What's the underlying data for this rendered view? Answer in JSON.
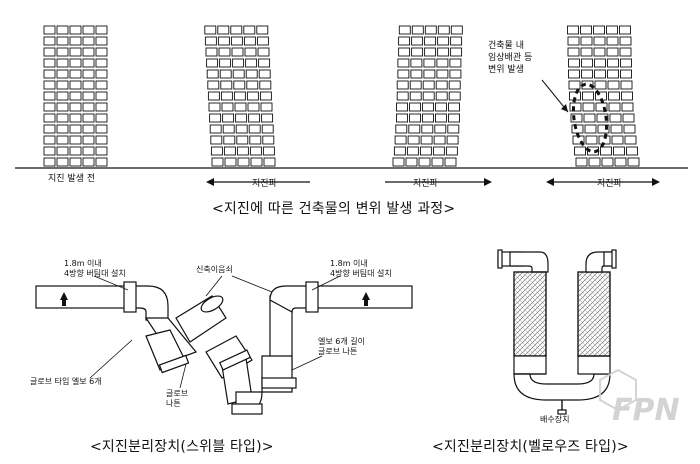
{
  "earthquake": {
    "labels": [
      "지진 발생 전",
      "지진파",
      "지진파",
      "지진파"
    ],
    "annotation": "건축물 내\n임상배관 등\n변위 발생",
    "caption": "<지진에 따른 건축물의 변위 발생 과정>"
  },
  "swivel": {
    "caption": "<지진분리장치(스위블 타입)>",
    "label_left_length": "1.8m 이내\n4방향 버팀대 설치",
    "label_right_length": "1.8m 이내\n4방향 버팀대 설치",
    "label_joint": "신축이음쇠",
    "label_elbow6": "글로브 타입 엘보 6개",
    "label_globe": "글로브\n나튼",
    "label_elbow_right": "엘보 6개 길이\n글로브 나튼"
  },
  "bellows": {
    "caption": "<지진분리장치(벨로우즈 타입)>",
    "label_drain": "배수장치"
  },
  "watermark": "FPN",
  "colors": {
    "line": "#111111",
    "mesh": "#777777",
    "watermark": "#cfcfcf"
  }
}
